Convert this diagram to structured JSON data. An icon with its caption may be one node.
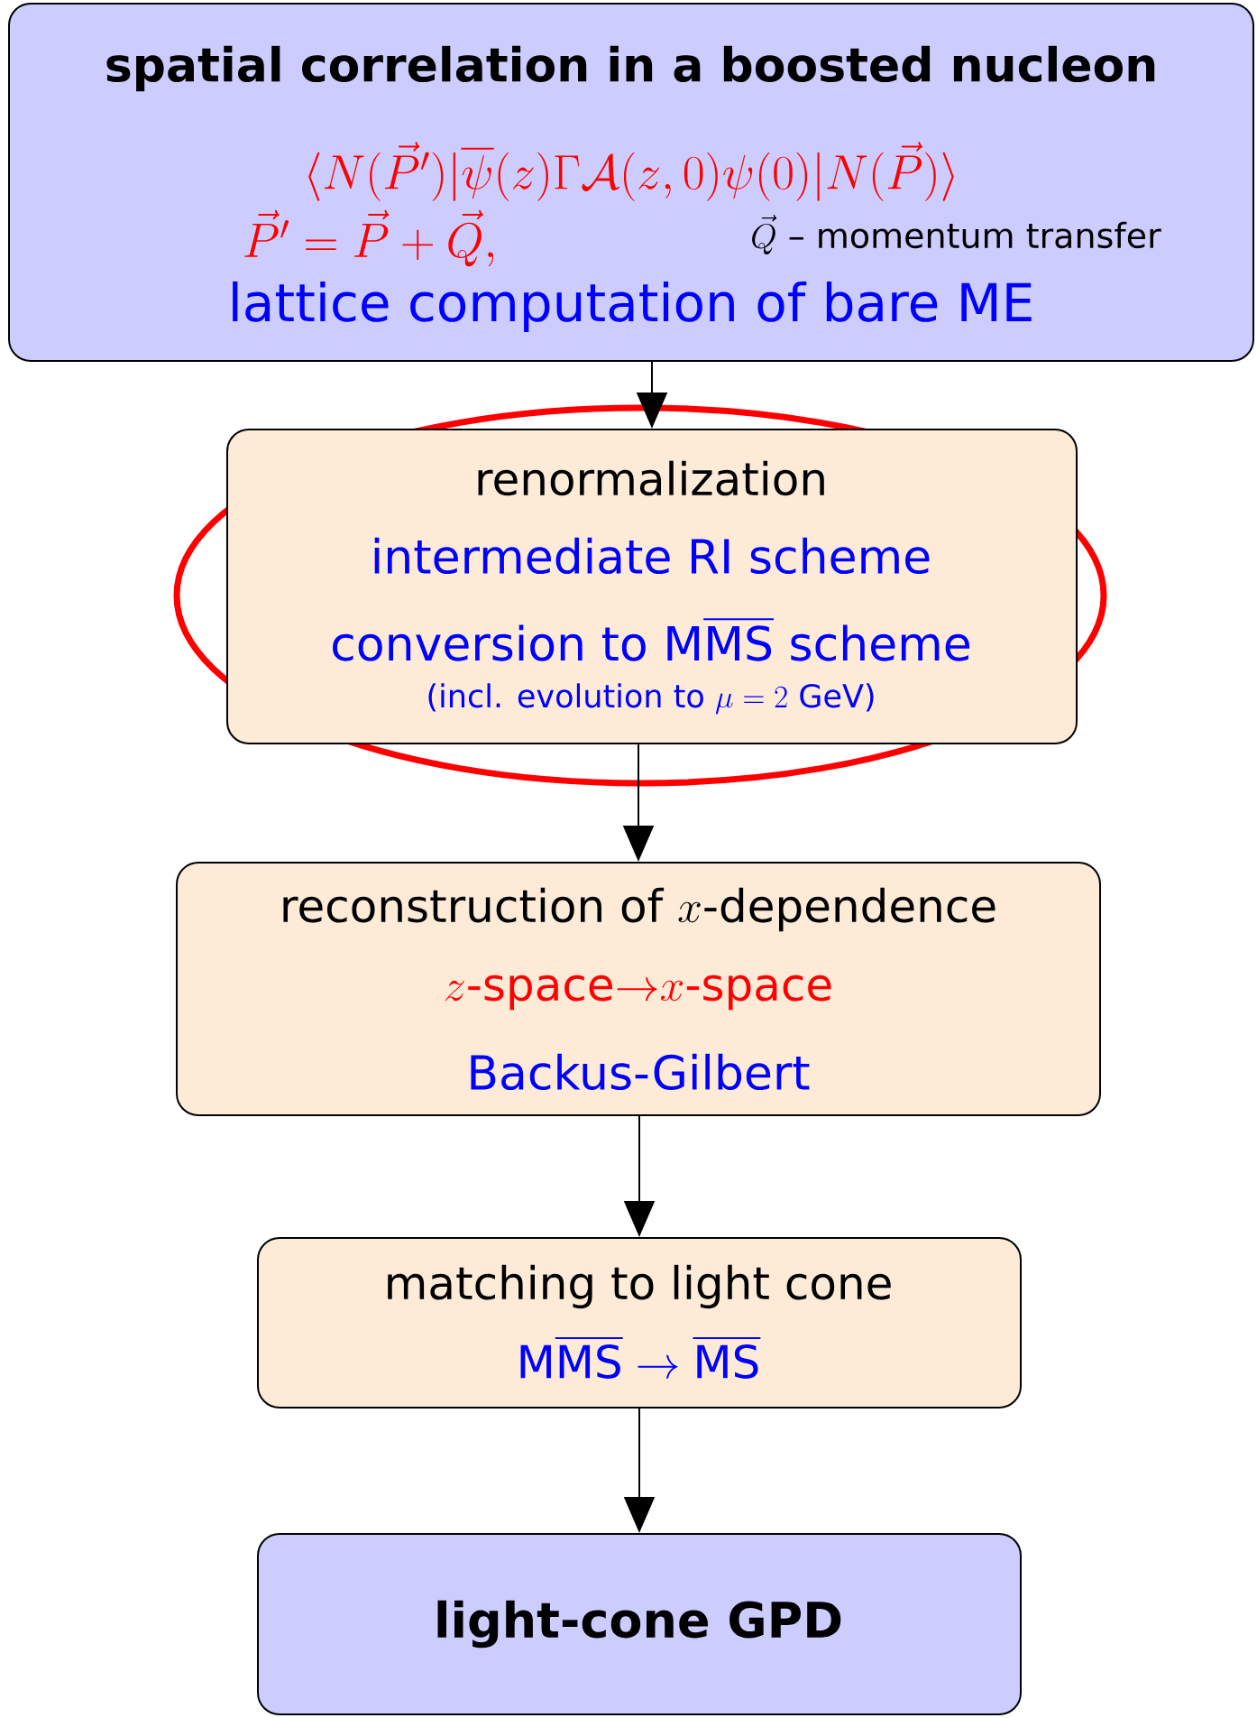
{
  "diagram": {
    "nodes": [
      {
        "text": [
          "spatial correlation in a boosted nucleon",
          "\\langle N(\\vec{P}')|\\overline{\\psi}(z)\\Gamma\\mathcal{A}(z,0)\\psi(0)|N(\\vec{P})\\rangle",
          "\\vec{P}'=\\vec{P}+\\vec{Q},",
          "\\vec{Q}\\text{ – momentum transfer}",
          "lattice computation of bare ME"
        ]
      },
      {
        "text": [
          "renormalization",
          "intermediate RI scheme",
          "\\text{conversion to }\\mathrm{M\\overline{MS}}\\text{ scheme}",
          "\\text{(incl. evolution to }\\mu=2\\text{ GeV)}"
        ]
      },
      {
        "text": [
          "\\text{reconstruction of }x\\text{-dependence}",
          "z\\text{-space}{\\rightarrow}x\\text{-space}",
          "Backus-Gilbert"
        ]
      },
      {
        "text": [
          "matching to light cone",
          "\\mathrm{M\\overline{MS}}\\rightarrow\\mathrm{\\overline{MS}}"
        ]
      },
      {
        "text": [
          "light-cone GPD"
        ]
      }
    ],
    "edges": [
      {
        "from": 0,
        "to": 1,
        "arrow": "to"
      },
      {
        "from": 1,
        "to": 2,
        "arrow": "to"
      },
      {
        "from": 2,
        "to": 3,
        "arrow": "to"
      },
      {
        "from": 3,
        "to": 4,
        "arrow": "to"
      }
    ]
  }
}
